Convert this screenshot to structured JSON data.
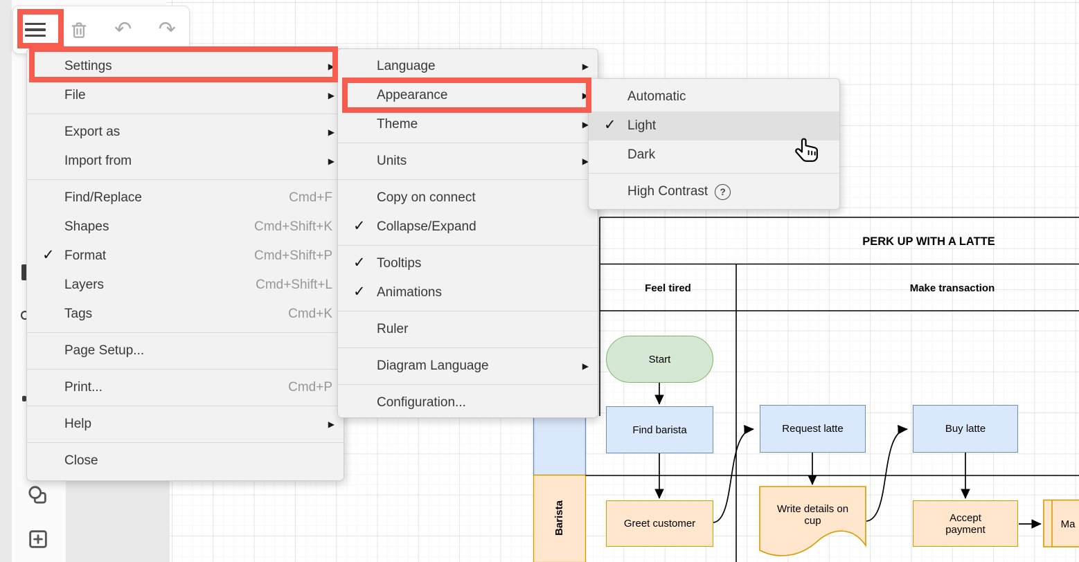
{
  "icons": {
    "check": "✓",
    "submenu_arrow": "▶",
    "help_question": "?"
  },
  "annotation_color": "#f75d4e",
  "main_menu": {
    "items": [
      {
        "label": "Settings"
      },
      {
        "label": "File"
      },
      {
        "label": "Export as"
      },
      {
        "label": "Import from"
      },
      {
        "label": "Find/Replace",
        "shortcut": "Cmd+F"
      },
      {
        "label": "Shapes",
        "shortcut": "Cmd+Shift+K"
      },
      {
        "label": "Format",
        "shortcut": "Cmd+Shift+P",
        "checked": true
      },
      {
        "label": "Layers",
        "shortcut": "Cmd+Shift+L"
      },
      {
        "label": "Tags",
        "shortcut": "Cmd+K"
      },
      {
        "label": "Page Setup..."
      },
      {
        "label": "Print...",
        "shortcut": "Cmd+P"
      },
      {
        "label": "Help"
      },
      {
        "label": "Close"
      }
    ]
  },
  "settings_menu": {
    "items": [
      {
        "label": "Language"
      },
      {
        "label": "Appearance"
      },
      {
        "label": "Theme"
      },
      {
        "label": "Units"
      },
      {
        "label": "Copy on connect"
      },
      {
        "label": "Collapse/Expand",
        "checked": true
      },
      {
        "label": "Tooltips",
        "checked": true
      },
      {
        "label": "Animations",
        "checked": true
      },
      {
        "label": "Ruler"
      },
      {
        "label": "Diagram Language"
      },
      {
        "label": "Configuration..."
      }
    ]
  },
  "appearance_menu": {
    "items": [
      {
        "label": "Automatic"
      },
      {
        "label": "Light",
        "checked": true,
        "hovered": true
      },
      {
        "label": "Dark"
      },
      {
        "label": "High Contrast",
        "has_help_icon": true
      }
    ]
  },
  "flowchart": {
    "title": "PERK UP WITH A LATTE",
    "phases": [
      {
        "label": "Feel tired"
      },
      {
        "label": "Make transaction"
      }
    ],
    "lane_label": "Barista",
    "colors": {
      "green_fill": "#d5e8d4",
      "green_stroke": "#82b366",
      "blue_fill": "#dae8fc",
      "blue_stroke": "#6c8ebf",
      "orange_fill": "#ffe6cc",
      "orange_stroke": "#d79b00"
    },
    "nodes": [
      {
        "label": "Start",
        "shape": "terminator",
        "color": "green"
      },
      {
        "label": "Find barista",
        "shape": "process",
        "color": "blue"
      },
      {
        "label": "Request latte",
        "shape": "process",
        "color": "blue"
      },
      {
        "label": "Buy latte",
        "shape": "process",
        "color": "blue"
      },
      {
        "label": "Greet customer",
        "shape": "process",
        "color": "orange"
      },
      {
        "label": "Write details on cup",
        "shape": "document",
        "color": "orange"
      },
      {
        "label": "Accept payment",
        "shape": "process",
        "color": "orange"
      },
      {
        "label": "Ma",
        "shape": "subprocess",
        "color": "orange",
        "truncated": true
      }
    ]
  }
}
